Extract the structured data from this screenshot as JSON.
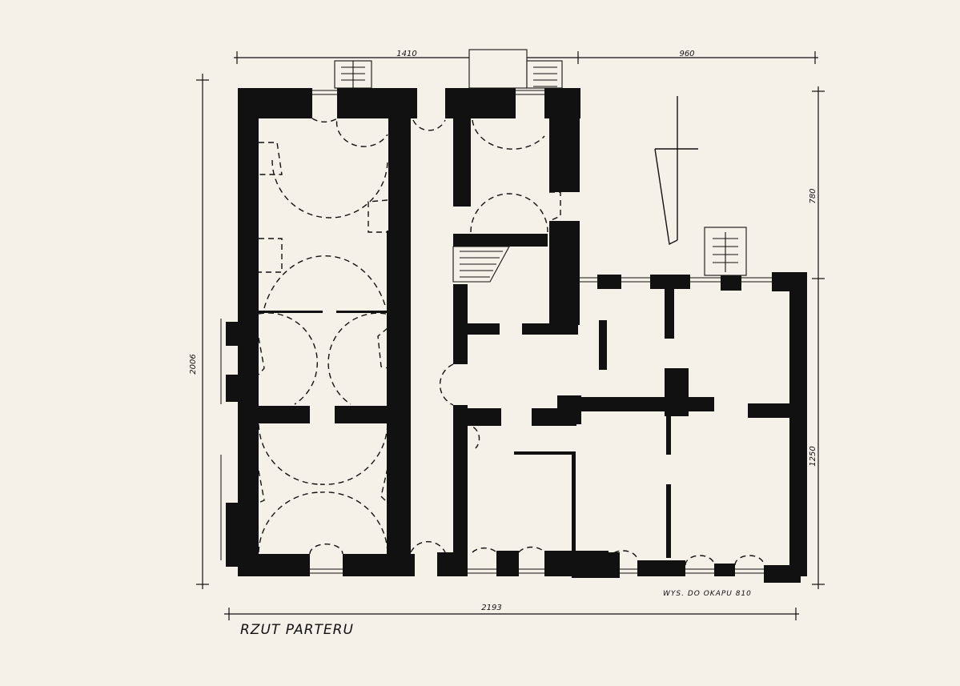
{
  "drawing": {
    "title": "RZUT PARTERU",
    "height_note": "WYS. DO OKAPU 810"
  },
  "dimensions": {
    "top_left": "1410",
    "top_right": "960",
    "bottom_total": "2193",
    "left_total": "2006",
    "right_upper": "780",
    "right_lower": "1250"
  },
  "colors": {
    "paper": "#f4f1e8",
    "ink": "#111111"
  }
}
